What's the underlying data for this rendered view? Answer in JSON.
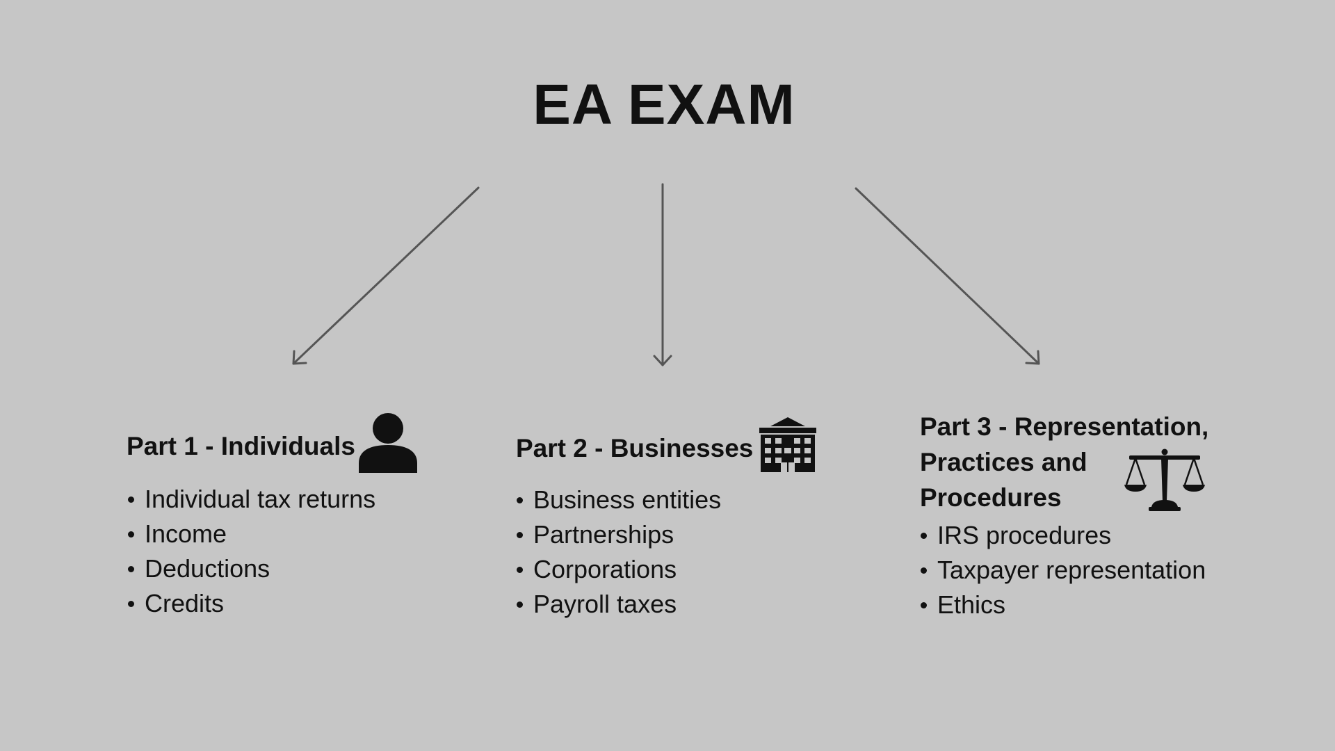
{
  "title": "EA EXAM",
  "parts": [
    {
      "title": "Part 1 - Individuals",
      "icon": "person-icon",
      "items": [
        "Individual tax returns",
        "Income",
        "Deductions",
        "Credits"
      ]
    },
    {
      "title": "Part 2 - Businesses",
      "icon": "building-icon",
      "items": [
        "Business entities",
        "Partnerships",
        "Corporations",
        "Payroll taxes"
      ]
    },
    {
      "title_lines": [
        "Part 3 - Representation,",
        "Practices and",
        "Procedures"
      ],
      "icon": "scales-of-justice-icon",
      "items": [
        "IRS procedures",
        "Taxpayer representation",
        "Ethics"
      ]
    }
  ],
  "colors": {
    "background": "#c6c6c6",
    "text": "#111111",
    "arrow": "#555555"
  }
}
